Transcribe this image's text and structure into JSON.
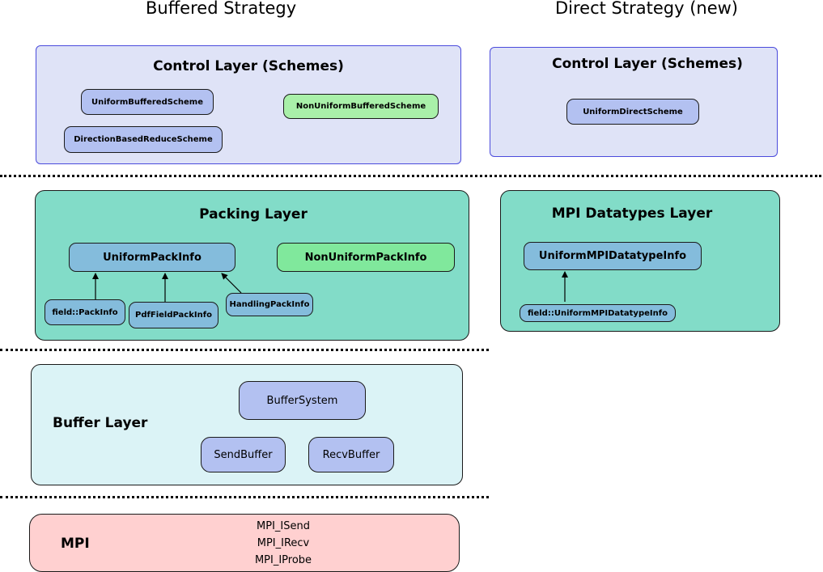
{
  "columns": {
    "buffered_title": "Buffered Strategy",
    "direct_title": "Direct Strategy (new)"
  },
  "buffered": {
    "control_layer": {
      "title": "Control Layer (Schemes)",
      "items": [
        "UniformBufferedScheme",
        "NonUniformBufferedScheme",
        "DirectionBasedReduceScheme"
      ]
    },
    "packing_layer": {
      "title": "Packing Layer",
      "uniform": "UniformPackInfo",
      "nonuniform": "NonUniformPackInfo",
      "implementations": [
        "field::PackInfo",
        "PdfFieldPackInfo",
        "HandlingPackInfo"
      ]
    },
    "buffer_layer": {
      "title": "Buffer Layer",
      "buffer_system": "BufferSystem",
      "send_buffer": "SendBuffer",
      "recv_buffer": "RecvBuffer"
    },
    "mpi_layer": {
      "title": "MPI",
      "calls": [
        "MPI_ISend",
        "MPI_IRecv",
        "MPI_IProbe"
      ]
    }
  },
  "direct": {
    "control_layer": {
      "title": "Control Layer (Schemes)",
      "items": [
        "UniformDirectScheme"
      ]
    },
    "datatypes_layer": {
      "title": "MPI Datatypes Layer",
      "uniform": "UniformMPIDatatypeInfo",
      "implementation": "field::UniformMPIDatatypeInfo"
    }
  },
  "colors": {
    "control_layer_fill": "#dfe3f7",
    "control_layer_border": "#4b4bdc",
    "packing_layer_fill": "#82dcc8",
    "buffer_layer_fill": "#dbf3f6",
    "mpi_layer_fill": "#ffd0d0",
    "scheme_node": "#b3c1f1",
    "nonuniform_node": "#a9f0a9",
    "packinfo_node": "#84bcdc",
    "nonuniform_packinfo": "#80e89c"
  }
}
